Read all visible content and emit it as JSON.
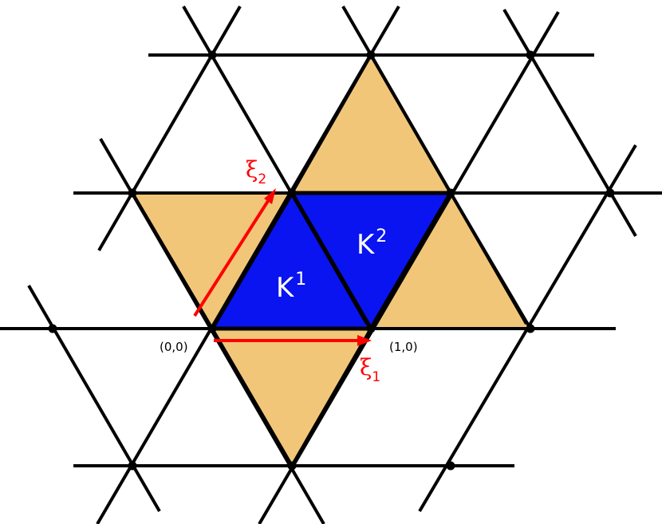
{
  "colors": {
    "background": "#ffffff",
    "lattice_line": "#000000",
    "neighbor_fill": "#f2c679",
    "element_fill": "#0a14f0",
    "vector_color": "#ff0000",
    "element_label": "#ffffff"
  },
  "elements": {
    "k1": {
      "base": "K",
      "sup": "1"
    },
    "k2": {
      "base": "K",
      "sup": "2"
    }
  },
  "vectors": {
    "xi1": {
      "base": "ξ",
      "sub": "1"
    },
    "xi2": {
      "base": "ξ",
      "sub": "2"
    }
  },
  "coordinates": {
    "origin": "(0,0)",
    "unit_x": "(1,0)"
  }
}
